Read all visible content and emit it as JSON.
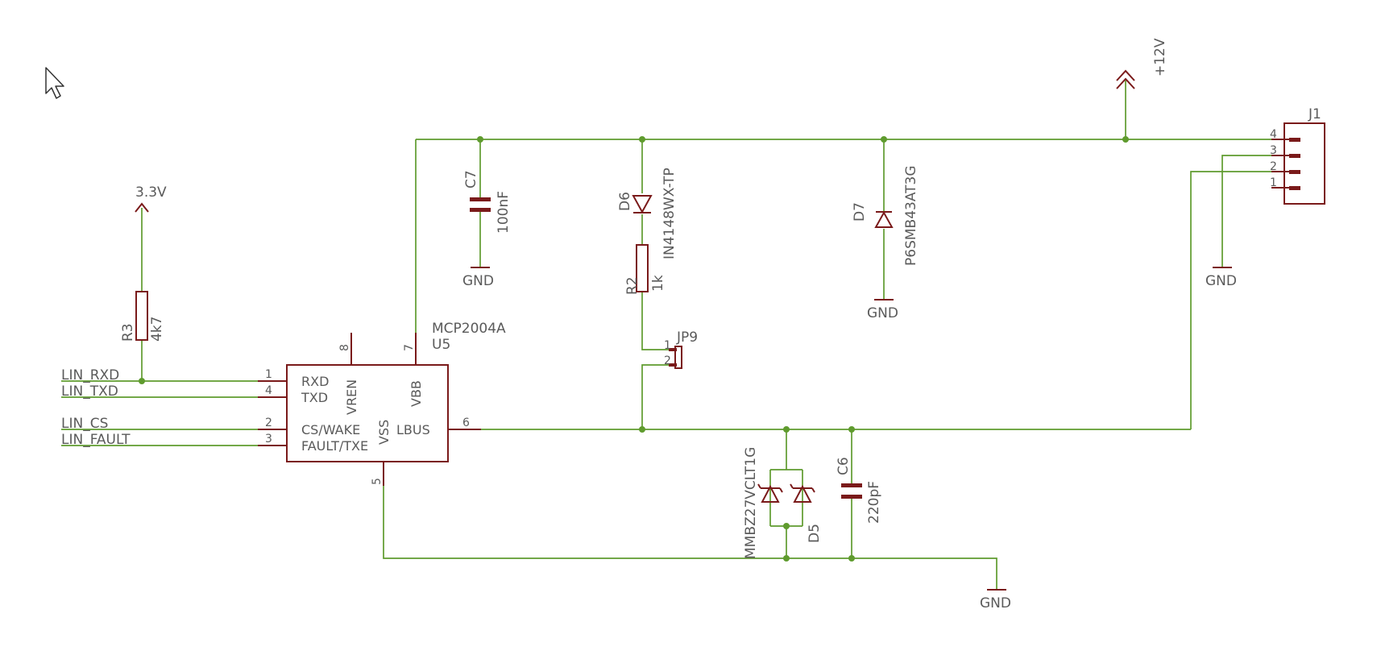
{
  "schematic": {
    "ic": {
      "name": "MCP2004A",
      "ref": "U5",
      "pins": {
        "rxd": {
          "num": "1",
          "name": "RXD"
        },
        "txd": {
          "num": "4",
          "name": "TXD"
        },
        "cs": {
          "num": "2",
          "name": "CS/WAKE"
        },
        "fault": {
          "num": "3",
          "name": "FAULT/TXE"
        },
        "vren": {
          "num": "8",
          "name": "VREN"
        },
        "vbb": {
          "num": "7",
          "name": "VBB"
        },
        "vss": {
          "num": "5",
          "name": "VSS"
        },
        "lbus": {
          "num": "6",
          "name": "LBUS"
        }
      }
    },
    "nets": {
      "lin_rxd": "LIN_RXD",
      "lin_txd": "LIN_TXD",
      "lin_cs": "LIN_CS",
      "lin_fault": "LIN_FAULT",
      "v33": "3.3V",
      "v12": "+12V",
      "gnd": "GND"
    },
    "r3": {
      "ref": "R3",
      "value": "4k7"
    },
    "c7": {
      "ref": "C7",
      "value": "100nF"
    },
    "d6": {
      "ref": "D6",
      "value": "IN4148WX-TP"
    },
    "r2": {
      "ref": "R2",
      "value": "1k"
    },
    "jp9": {
      "ref": "JP9",
      "pin1": "1",
      "pin2": "2"
    },
    "d7": {
      "ref": "D7",
      "value": "P6SMB43AT3G"
    },
    "j1": {
      "ref": "J1",
      "pins": [
        "4",
        "3",
        "2",
        "1"
      ]
    },
    "d5": {
      "ref": "D5",
      "value": "MMBZ27VCLT1G"
    },
    "c6": {
      "ref": "C6",
      "value": "220pF"
    }
  }
}
